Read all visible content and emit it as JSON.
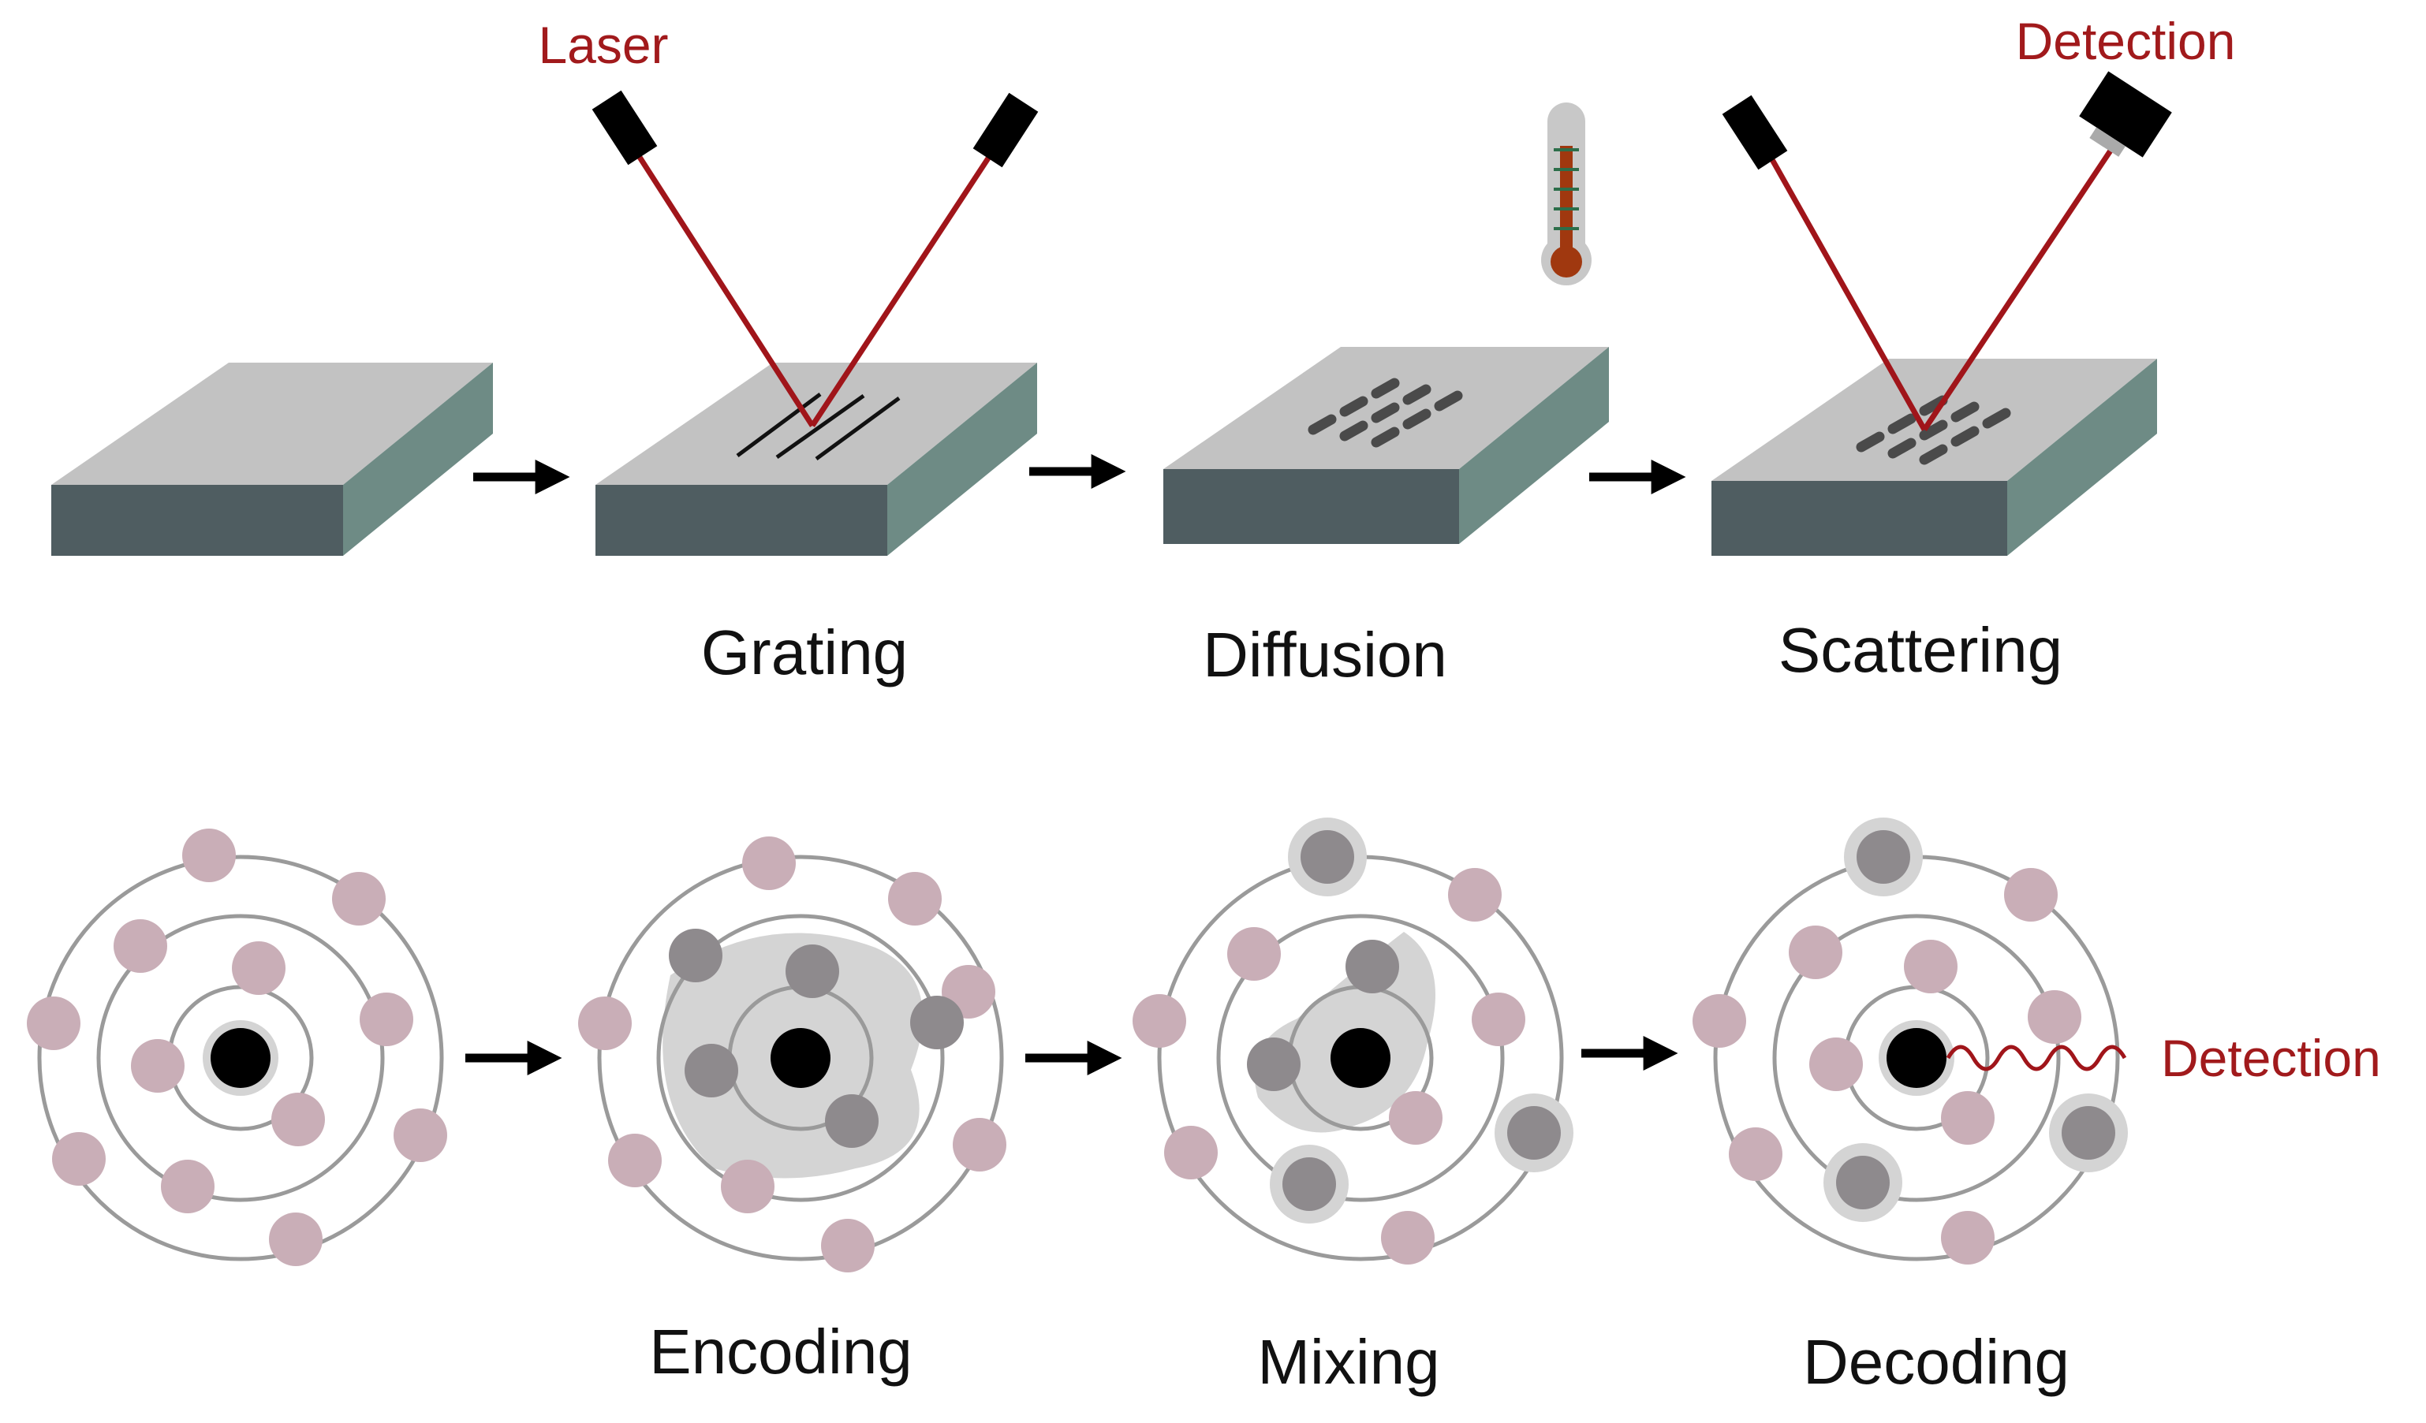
{
  "colors": {
    "slab_top": "#c2c2c2",
    "slab_front": "#4f5d61",
    "slab_side": "#6e8b85",
    "laser": "#a0151a",
    "label_red": "#a11a1c",
    "orbit": "#9a9a9a",
    "pink_electron": "#c9aeb7",
    "gray_electron": "#8e8a8d",
    "halo": "#d4d4d4",
    "nucleus": "#000000",
    "mark": "#4a4a4a",
    "text": "#111111"
  },
  "top_row": {
    "laser_label": "Laser",
    "detection_label": "Detection",
    "steps": [
      "Grating",
      "Diffusion",
      "Scattering"
    ],
    "thermometer_icon": "thermometer-icon"
  },
  "bottom_row": {
    "steps": [
      "Encoding",
      "Mixing",
      "Decoding"
    ],
    "detection_label": "Detection"
  }
}
